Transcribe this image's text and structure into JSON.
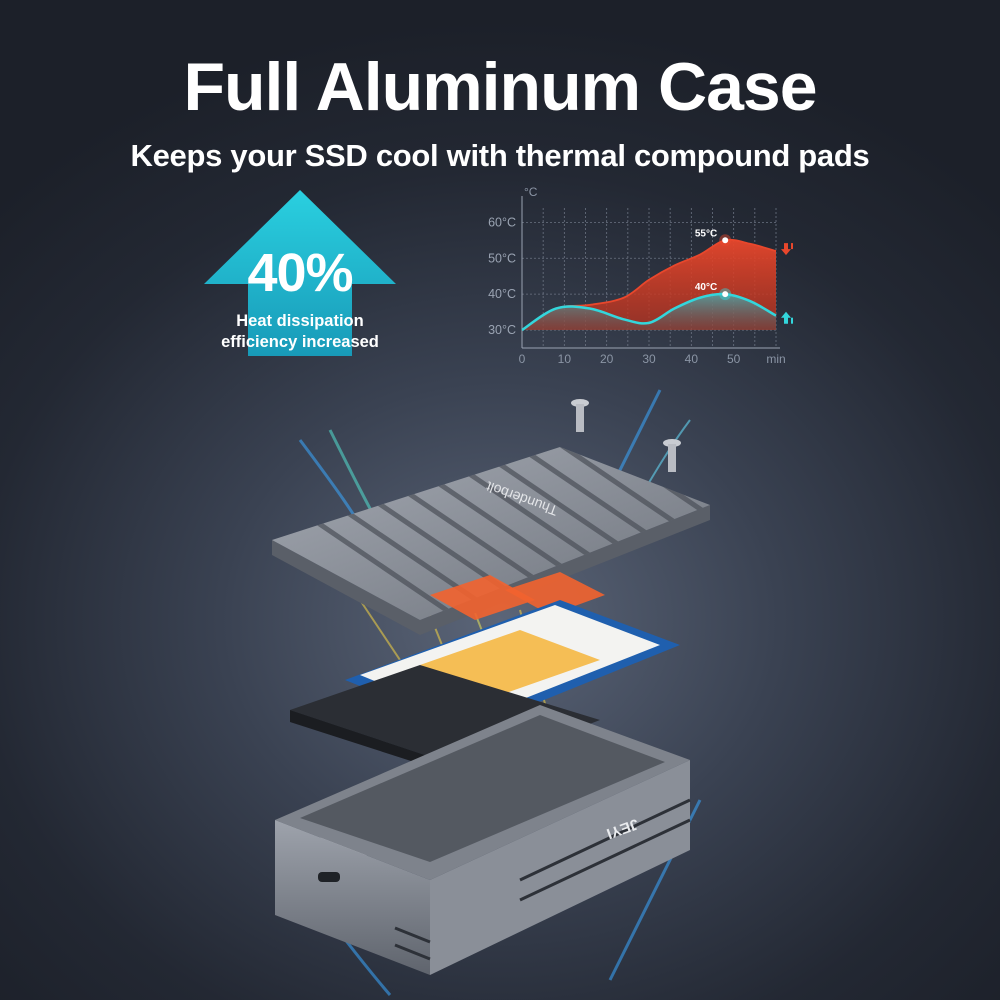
{
  "header": {
    "title": "Full Aluminum Case",
    "subtitle": "Keeps your SSD cool with thermal compound pads"
  },
  "badge": {
    "value": "40%",
    "caption_line1": "Heat dissipation",
    "caption_line2": "efficiency increased",
    "color": "#29c1d6"
  },
  "chart_data": {
    "type": "area",
    "y_unit": "°C",
    "x_unit": "min",
    "x_ticks": [
      0,
      10,
      20,
      30,
      40,
      50
    ],
    "y_ticks": [
      "30°C",
      "40°C",
      "50°C",
      "60°C"
    ],
    "xlim": [
      0,
      60
    ],
    "ylim": [
      25,
      64
    ],
    "grid": true,
    "series": [
      {
        "color": "#e8472c",
        "x": [
          0,
          8,
          16,
          24,
          30,
          36,
          42,
          48,
          54,
          60
        ],
        "y": [
          30,
          36,
          37,
          39,
          44,
          48,
          51,
          55,
          54,
          52
        ]
      },
      {
        "color": "#33d6dc",
        "x": [
          0,
          8,
          16,
          24,
          30,
          36,
          42,
          48,
          54,
          60
        ],
        "y": [
          30,
          36,
          36,
          33,
          32,
          36,
          39,
          40,
          38,
          34
        ]
      }
    ],
    "annotations": [
      {
        "label": "55°C",
        "x": 48,
        "y": 55,
        "color": "#e8472c"
      },
      {
        "label": "40°C",
        "x": 48,
        "y": 40,
        "color": "#33d6dc"
      }
    ],
    "trend_arrows": [
      {
        "series": 0,
        "direction": "down",
        "color": "#e8472c"
      },
      {
        "series": 1,
        "direction": "up",
        "color": "#33d6dc"
      }
    ]
  },
  "product": {
    "lid_text": "Thunderbolt",
    "brand": "JEYI",
    "case_color": "#8d929b",
    "pad_color": "#f2632f"
  }
}
